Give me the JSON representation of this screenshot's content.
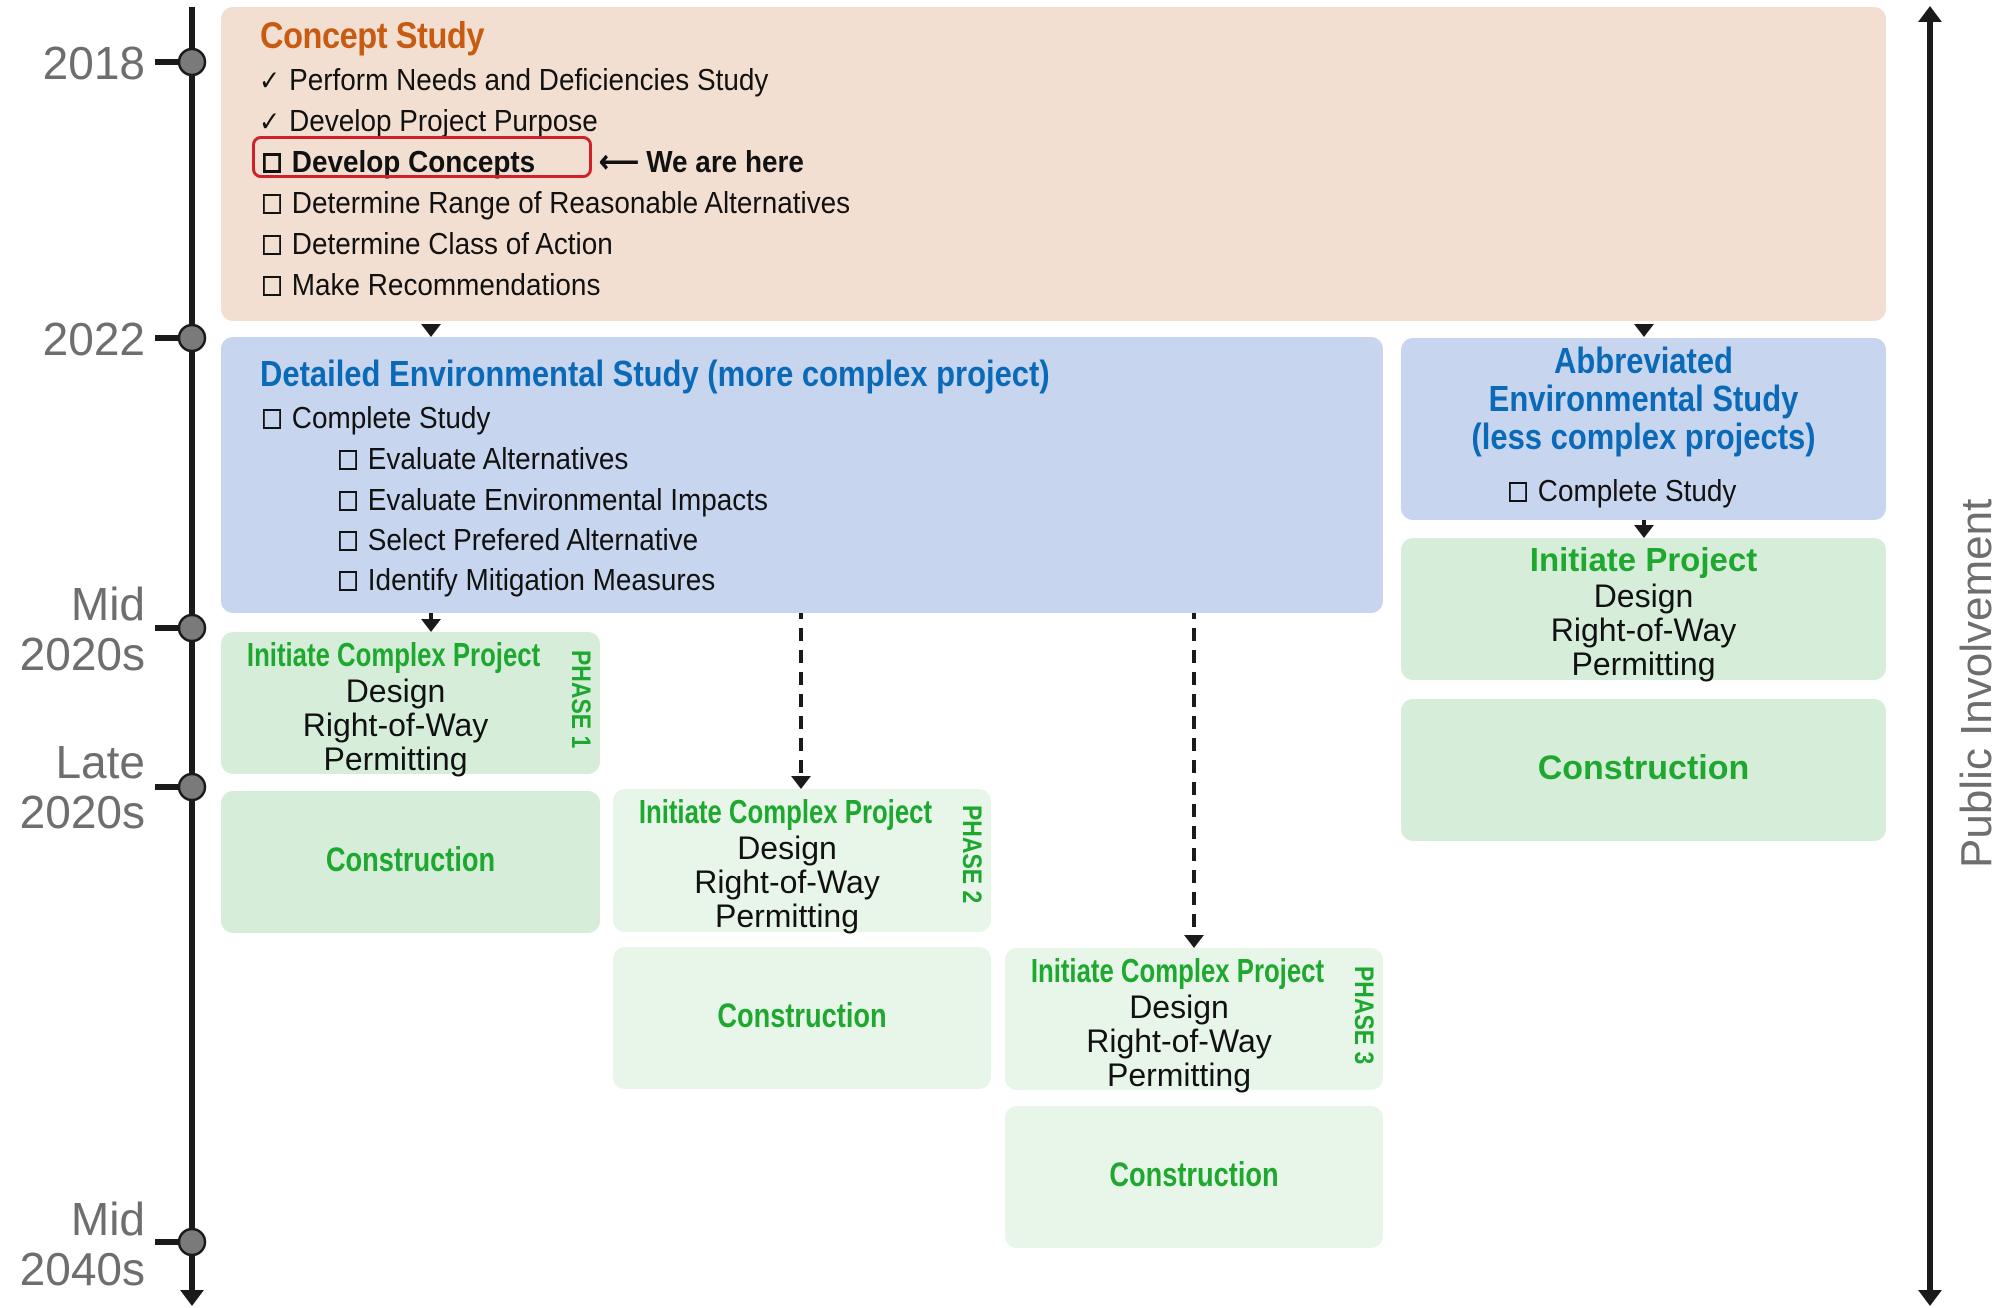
{
  "timeline": {
    "milestones": [
      {
        "label_lines": [
          "2018"
        ]
      },
      {
        "label_lines": [
          "2022"
        ]
      },
      {
        "label_lines": [
          "Mid",
          "2020s"
        ]
      },
      {
        "label_lines": [
          "Late",
          "2020s"
        ]
      },
      {
        "label_lines": [
          "Mid",
          "2040s"
        ]
      }
    ]
  },
  "concept_study": {
    "title": "Concept Study",
    "items": [
      {
        "status": "done",
        "label": "Perform Needs and Deficiencies Study"
      },
      {
        "status": "done",
        "label": "Develop Project Purpose"
      },
      {
        "status": "current",
        "label": "Develop Concepts"
      },
      {
        "status": "todo",
        "label": "Determine Range of Reasonable Alternatives"
      },
      {
        "status": "todo",
        "label": "Determine Class of Action"
      },
      {
        "status": "todo",
        "label": "Make Recommendations"
      }
    ],
    "current_marker": "We are here",
    "colors": {
      "title": "#c75b12",
      "background": "#f3dfd1",
      "highlight_border": "#d0202a"
    }
  },
  "detailed_study": {
    "title": "Detailed Environmental Study (more complex project)",
    "items": [
      {
        "label": "Complete Study",
        "level": 0
      },
      {
        "label": "Evaluate Alternatives",
        "level": 1
      },
      {
        "label": "Evaluate Environmental Impacts",
        "level": 1
      },
      {
        "label": "Select Prefered Alternative",
        "level": 1
      },
      {
        "label": "Identify Mitigation Measures",
        "level": 1
      }
    ],
    "colors": {
      "title": "#0a6ab8",
      "background": "#c7d5ef"
    }
  },
  "abbreviated_study": {
    "title_lines": [
      "Abbreviated",
      "Environmental Study",
      "(less complex projects)"
    ],
    "item": "Complete Study",
    "initiate": {
      "title": "Initiate Project",
      "lines": [
        "Design",
        "Right-of-Way",
        "Permitting"
      ]
    },
    "construction": "Construction"
  },
  "phases": [
    {
      "tag": "PHASE 1",
      "title": "Initiate Complex Project",
      "lines": [
        "Design",
        "Right-of-Way",
        "Permitting"
      ],
      "construction": "Construction"
    },
    {
      "tag": "PHASE 2",
      "title": "Initiate Complex Project",
      "lines": [
        "Design",
        "Right-of-Way",
        "Permitting"
      ],
      "construction": "Construction"
    },
    {
      "tag": "PHASE 3",
      "title": "Initiate Complex Project",
      "lines": [
        "Design",
        "Right-of-Way",
        "Permitting"
      ],
      "construction": "Construction"
    }
  ],
  "public_involvement": {
    "label": "Public Involvement"
  },
  "colors": {
    "green_text": "#1fa830",
    "green_box_phase1": "#d6eed9",
    "green_box_light": "#e8f6ea",
    "timeline_label": "#6e6e6e",
    "node_fill": "#7a7a7a"
  }
}
